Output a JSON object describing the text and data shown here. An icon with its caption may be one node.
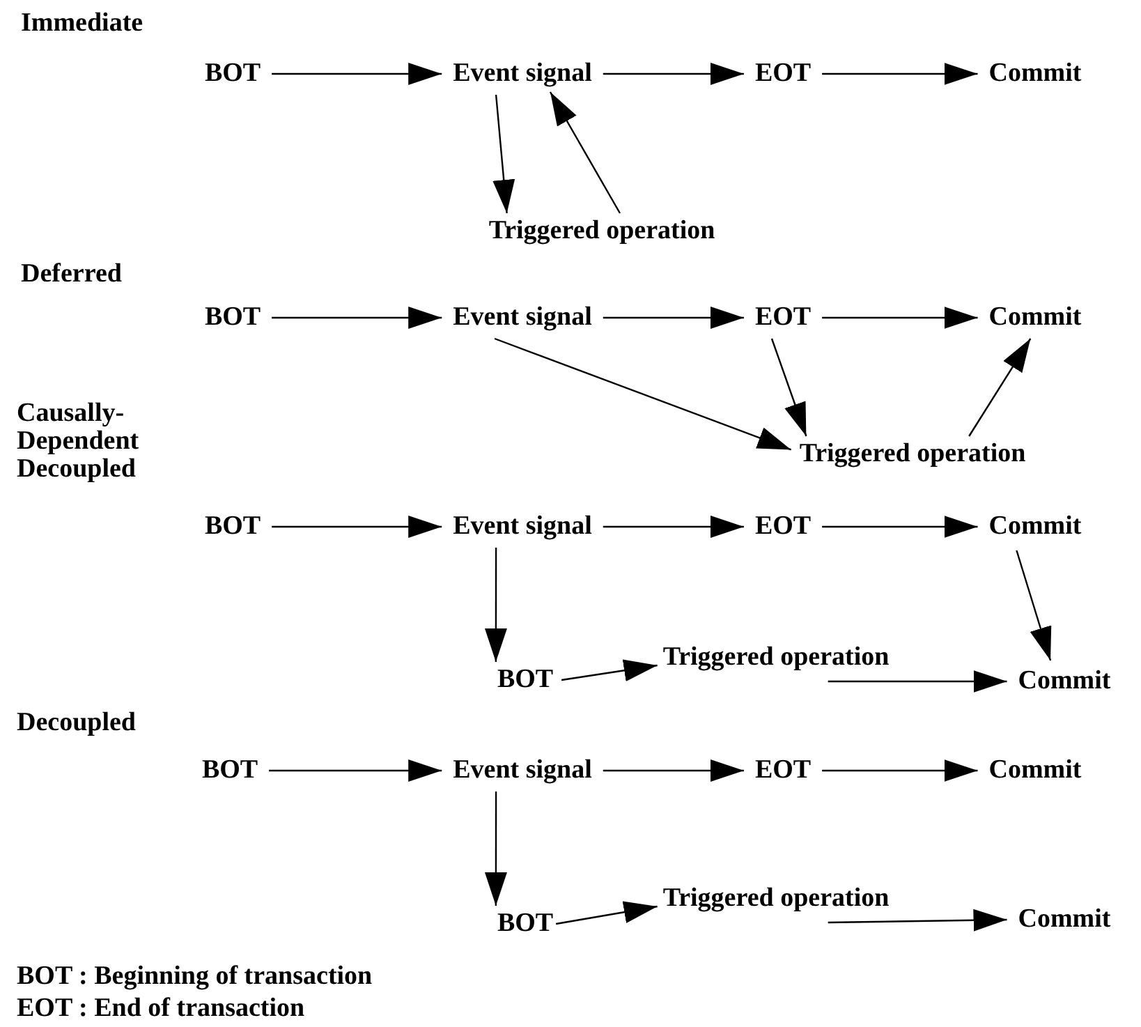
{
  "diagram": {
    "nodes": [
      {
        "text": [
          "BOT"
        ]
      },
      {
        "text": [
          "Event signal"
        ]
      },
      {
        "text": [
          "EOT"
        ]
      },
      {
        "text": [
          "Commit"
        ]
      },
      {
        "text": [
          "Triggered operation"
        ]
      },
      {
        "text": [
          "BOT"
        ]
      },
      {
        "text": [
          "Event signal"
        ]
      },
      {
        "text": [
          "EOT"
        ]
      },
      {
        "text": [
          "Commit"
        ]
      },
      {
        "text": [
          "Triggered operation"
        ]
      },
      {
        "text": [
          "BOT"
        ]
      },
      {
        "text": [
          "Event signal"
        ]
      },
      {
        "text": [
          "EOT"
        ]
      },
      {
        "text": [
          "Commit"
        ]
      },
      {
        "text": [
          "BOT"
        ]
      },
      {
        "text": [
          "Triggered operation"
        ]
      },
      {
        "text": [
          "Commit"
        ]
      },
      {
        "text": [
          "BOT"
        ]
      },
      {
        "text": [
          "Event signal"
        ]
      },
      {
        "text": [
          "EOT"
        ]
      },
      {
        "text": [
          "Commit"
        ]
      },
      {
        "text": [
          "BOT"
        ]
      },
      {
        "text": [
          "Triggered operation"
        ]
      },
      {
        "text": [
          "Commit"
        ]
      }
    ],
    "edges": [
      {
        "from": 0,
        "to": 1,
        "arrow": "to"
      },
      {
        "from": 1,
        "to": 2,
        "arrow": "to"
      },
      {
        "from": 2,
        "to": 3,
        "arrow": "to"
      },
      {
        "from": 1,
        "to": 4,
        "arrow": "to"
      },
      {
        "from": 4,
        "to": 1,
        "arrow": "to"
      },
      {
        "from": 5,
        "to": 6,
        "arrow": "to"
      },
      {
        "from": 6,
        "to": 7,
        "arrow": "to"
      },
      {
        "from": 7,
        "to": 8,
        "arrow": "to"
      },
      {
        "from": 6,
        "to": 9,
        "arrow": "to"
      },
      {
        "from": 7,
        "to": 9,
        "arrow": "to"
      },
      {
        "from": 9,
        "to": 8,
        "arrow": "to"
      },
      {
        "from": 10,
        "to": 11,
        "arrow": "to"
      },
      {
        "from": 11,
        "to": 12,
        "arrow": "to"
      },
      {
        "from": 12,
        "to": 13,
        "arrow": "to"
      },
      {
        "from": 11,
        "to": 14,
        "arrow": "to"
      },
      {
        "from": 14,
        "to": 15,
        "arrow": "to"
      },
      {
        "from": 15,
        "to": 16,
        "arrow": "to"
      },
      {
        "from": 13,
        "to": 16,
        "arrow": "to"
      },
      {
        "from": 17,
        "to": 18,
        "arrow": "to"
      },
      {
        "from": 18,
        "to": 19,
        "arrow": "to"
      },
      {
        "from": 19,
        "to": 20,
        "arrow": "to"
      },
      {
        "from": 18,
        "to": 21,
        "arrow": "to"
      },
      {
        "from": 21,
        "to": 22,
        "arrow": "to"
      },
      {
        "from": 22,
        "to": 23,
        "arrow": "to"
      }
    ],
    "labels": [
      "Immediate",
      "Deferred",
      "Causally- Dependent Decoupled",
      "Decoupled",
      "BOT : Beginning of transaction",
      "EOT : End of transaction"
    ]
  }
}
